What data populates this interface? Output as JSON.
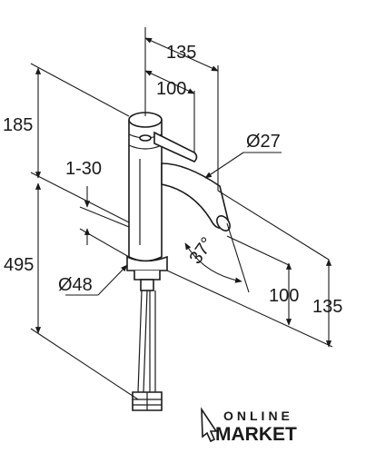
{
  "drawing": {
    "dimensions": {
      "total_spout_reach": "135",
      "lever_reach": "100",
      "height_above_deck": "185",
      "deck_thickness": "1-30",
      "height_below_deck": "495",
      "base_diameter": "Ø48",
      "spout_diameter": "Ø27",
      "spout_angle": "37°",
      "outlet_height": "100",
      "spout_height": "135"
    }
  },
  "watermark": {
    "line1": "ONLINE",
    "line2": "MARKET"
  }
}
